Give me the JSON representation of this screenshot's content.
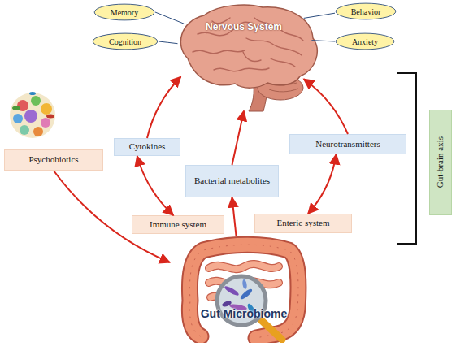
{
  "diagram": {
    "nodes": [
      {
        "text": [
          "Memory"
        ]
      },
      {
        "text": [
          "Behavior"
        ]
      },
      {
        "text": [
          "Cognition"
        ]
      },
      {
        "text": [
          "Anxiety"
        ]
      },
      {
        "text": [
          "Nervous System"
        ]
      },
      {
        "text": [
          "Psychobiotics"
        ]
      },
      {
        "text": [
          "Cytokines"
        ]
      },
      {
        "text": [
          "Neurotransmitters"
        ]
      },
      {
        "text": [
          "Bacterial metabolites"
        ]
      },
      {
        "text": [
          "Gut-brain axis"
        ]
      },
      {
        "text": [
          "Immune system"
        ]
      },
      {
        "text": [
          "Enteric system"
        ]
      },
      {
        "text": [
          "Gut Microbiome"
        ]
      }
    ],
    "edges": [
      {
        "from": 6,
        "to": 4,
        "arrow": "to"
      },
      {
        "from": 8,
        "to": 4,
        "arrow": "to"
      },
      {
        "from": 7,
        "to": 4,
        "arrow": "to"
      },
      {
        "from": 6,
        "to": 10,
        "arrow": "both"
      },
      {
        "from": 7,
        "to": 11,
        "arrow": "both"
      },
      {
        "from": 12,
        "to": 8,
        "arrow": "to"
      },
      {
        "from": 5,
        "to": 12,
        "arrow": "to"
      },
      {
        "from": 0,
        "to": 4,
        "arrow": "none"
      },
      {
        "from": 2,
        "to": 4,
        "arrow": "none"
      },
      {
        "from": 1,
        "to": 4,
        "arrow": "none"
      },
      {
        "from": 3,
        "to": 4,
        "arrow": "none"
      }
    ]
  }
}
